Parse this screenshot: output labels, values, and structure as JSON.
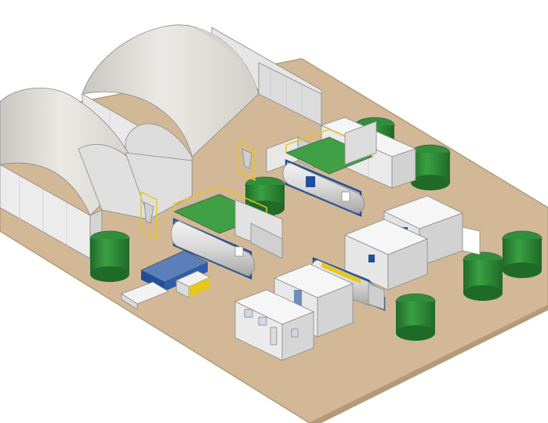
{
  "colors": {
    "background": "#ffffff",
    "ground": "#d2b896",
    "ground_edge": "#b49a78",
    "dome": "#e4e2de",
    "dome_shade": "#cfccc7",
    "container": "#f0f0f0",
    "container_shade": "#d6d6d6",
    "tank_green": "#2f8f3a",
    "tank_green_dark": "#1f6a28",
    "frame_blue": "#1f4f9a",
    "rail_yellow": "#e6c81e",
    "deck_green": "#3fa046",
    "iso_tank": "#d9d9d9"
  },
  "scene": {
    "dome_shelters": [
      "dome-shelter",
      "dome-shelter"
    ],
    "water_tanks": [
      "water-tank",
      "water-tank",
      "water-tank",
      "water-tank",
      "water-tank",
      "water-tank",
      "water-tank"
    ],
    "iso_tanks": [
      "iso-tank-container",
      "iso-tank-container",
      "iso-tank-container"
    ],
    "containers": [
      "shipping-container",
      "shipping-container",
      "shipping-container",
      "shipping-container"
    ]
  }
}
